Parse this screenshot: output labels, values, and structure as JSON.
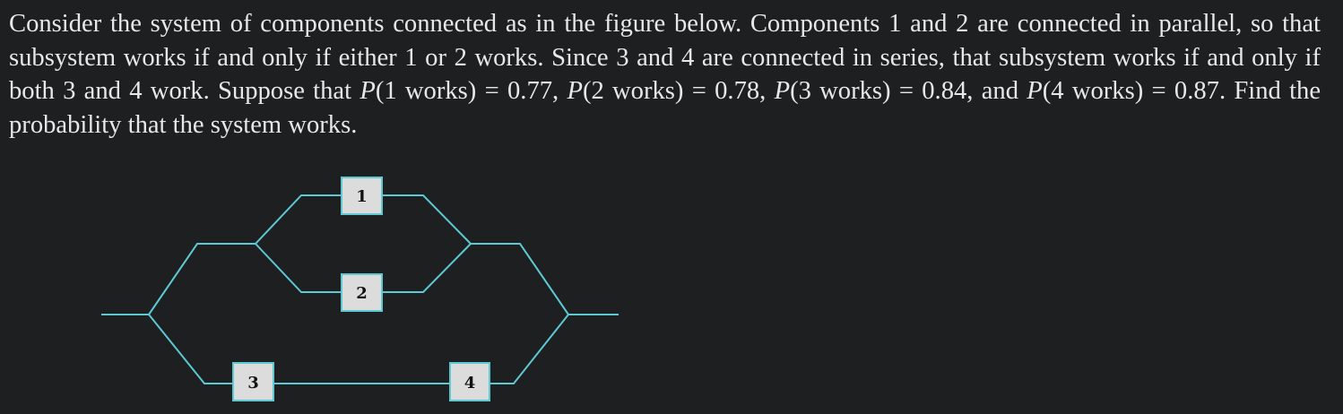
{
  "problem": {
    "s1": "Consider the system of components connected as in the figure below. Components 1 and 2 are connected in parallel, so that subsystem works if and only if either 1 or 2 works. Since 3 and 4 are connected in series, that subsystem works if and only if both 3 and 4 work. Suppose that ",
    "p1": "P",
    "t1": "(1 works) = 0.77, ",
    "p2": "P",
    "t2": "(2 works) = 0.78, ",
    "p3": "P",
    "t3": "(3 works) = 0.84, and ",
    "p4": "P",
    "t4": "(4 works) = 0.87. Find the probability that the system works."
  },
  "diagram": {
    "wire_color": "#5cc9d3",
    "box_fill": "#dcdcdc",
    "components": [
      "1",
      "2",
      "3",
      "4"
    ]
  }
}
